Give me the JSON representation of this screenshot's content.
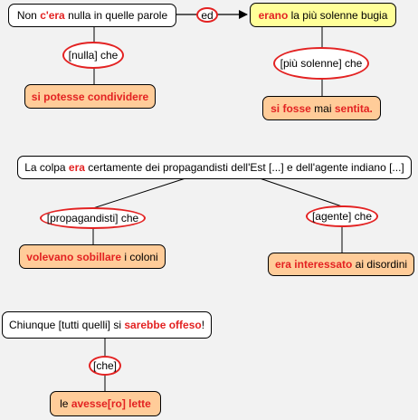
{
  "sentence1": {
    "main_pre": "Non ",
    "main_verb": "c'era",
    "main_post": " nulla in quelle parole",
    "conj": "ed",
    "second_verb": "erano",
    "second_post": " la più solenne bugia",
    "rel1_label": "[nulla] che",
    "rel1_verb": "si potesse condividere",
    "rel2_label": "[più solenne] che",
    "rel2_verb": "si fosse",
    "rel2_mid": " mai ",
    "rel2_verb2": "sentita."
  },
  "sentence2": {
    "main_pre": "La colpa ",
    "main_verb": "era",
    "main_post": " certamente dei propagandisti dell'Est [...] e dell'agente indiano [...]",
    "rel1_label": "[propagandisti] che",
    "rel1_verb": "volevano sobillare",
    "rel1_post": " i coloni",
    "rel2_label": "[agente] che",
    "rel2_verb": "era interessato",
    "rel2_post": " ai disordini"
  },
  "sentence3": {
    "main_pre": "Chiunque [tutti quelli] si ",
    "main_verb": "sarebbe offeso",
    "main_post": "!",
    "rel_label": "[che]",
    "rel_pre": "le ",
    "rel_verb": "avesse[ro] lette"
  },
  "colors": {
    "background": "#f2f2f2",
    "highlight": "#e32222",
    "main_box": "#ffffff",
    "secondary_box": "#ffff99",
    "relative_box": "#ffcc99"
  }
}
